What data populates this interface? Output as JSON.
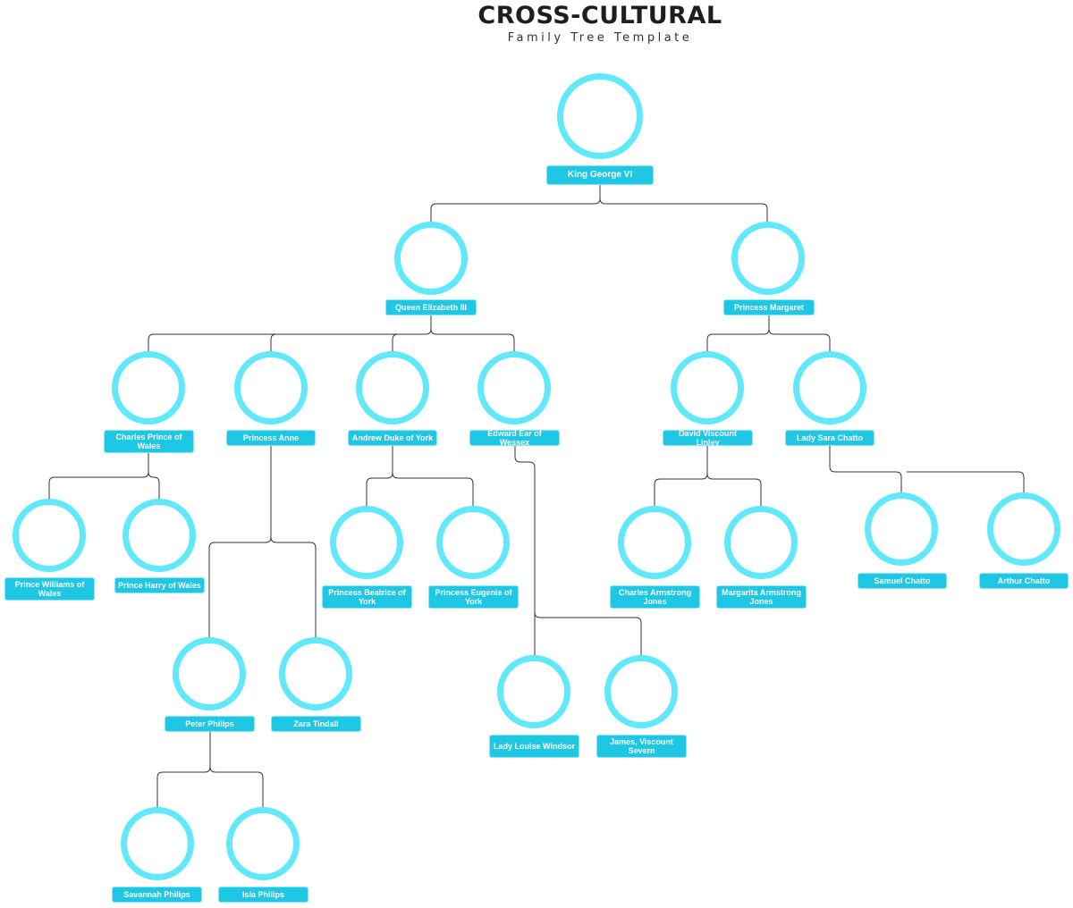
{
  "title": "CROSS-CULTURAL",
  "subtitle": "Family Tree Template",
  "colors": {
    "ring": "#61E8FB",
    "label_bg": "#1EC8E5",
    "label_text": "#FFFFFF",
    "connector": "#333333"
  },
  "people": {
    "george": "King George VI",
    "elizabeth": "Queen Elizabeth III",
    "margaret": "Princess Margaret",
    "charles": "Charles Prince of Wales",
    "anne": "Princess Anne",
    "andrew": "Andrew Duke of York",
    "edward": "Edward Ear of Wessex",
    "david": "David Viscount Linley",
    "sara": "Lady Sara Chatto",
    "william": "Prince Williams of Wales",
    "harry": "Prince Harry of Wales",
    "beatrice": "Princess Beatrice of York",
    "eugenie": "Princess Eugenie of York",
    "charles_aj": "Charles Armstrong Jones",
    "margarita": "Margarita Armstrong Jones",
    "samuel": "Samuel Chatto",
    "arthur": "Arthur Chatto",
    "peter": "Peter Philips",
    "zara": "Zara Tindall",
    "louise": "Lady Louise Windsor",
    "james": "James, Viscount Severn",
    "savannah": "Savannah Philips",
    "isla": "Isla Philips"
  }
}
